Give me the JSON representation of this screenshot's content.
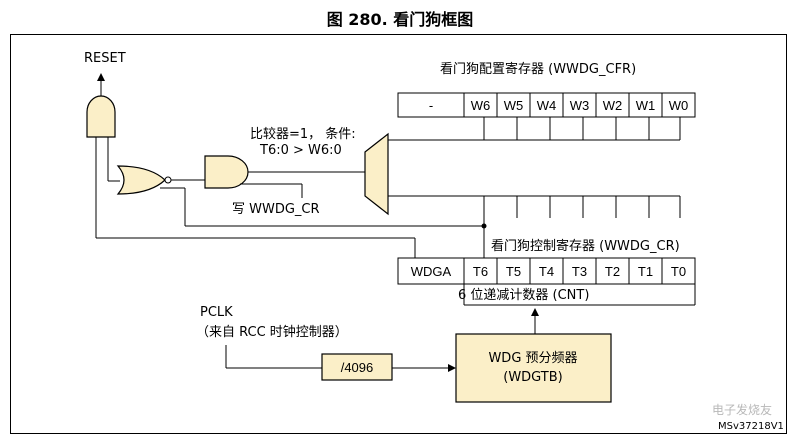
{
  "title": "图 280. 看门狗框图",
  "reset_label": "RESET",
  "cfr": {
    "title": "看门狗配置寄存器 (WWDG_CFR)",
    "cells": [
      "-",
      "W6",
      "W5",
      "W4",
      "W3",
      "W2",
      "W1",
      "W0"
    ]
  },
  "compare": {
    "line1": "比较器=1， 条件:",
    "line2": "T6:0 > W6:0"
  },
  "write_label": "写 WWDG_CR",
  "cr": {
    "title": "看门狗控制寄存器 (WWDG_CR)",
    "cells": [
      "WDGA",
      "T6",
      "T5",
      "T4",
      "T3",
      "T2",
      "T1",
      "T0"
    ]
  },
  "counter_label": "6 位递减计数器 (CNT)",
  "pclk": {
    "line1": "PCLK",
    "line2": "（来自 RCC 时钟控制器）"
  },
  "divider": "/4096",
  "prescaler": {
    "line1": "WDG 预分频器",
    "line2": "(WDGTB)"
  },
  "figure_id": "MSv37218V1",
  "watermark": "电子发烧友"
}
